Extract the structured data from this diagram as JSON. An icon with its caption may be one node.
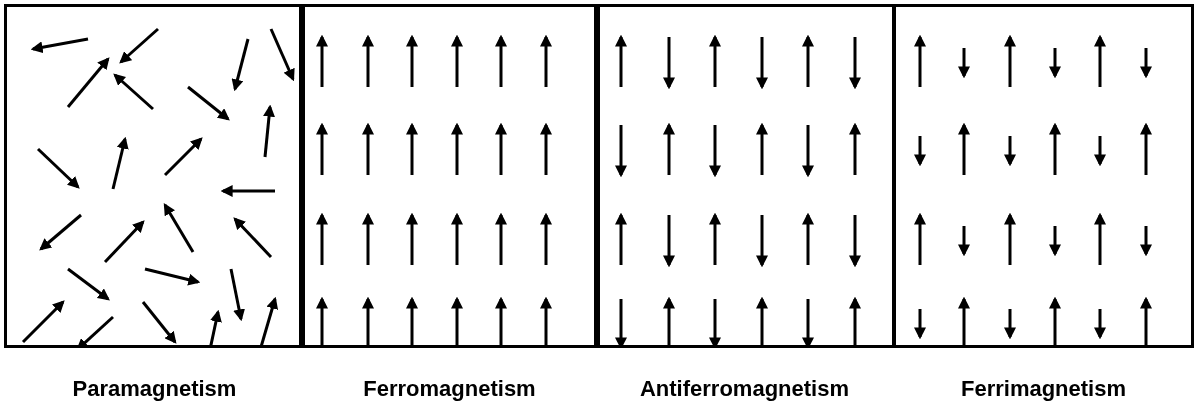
{
  "diagram": {
    "nodes": [
      {
        "text": [
          "Paramagnetism"
        ]
      },
      {
        "text": [
          "Ferromagnetism"
        ]
      },
      {
        "text": [
          "Antiferromagnetism"
        ]
      },
      {
        "text": [
          "Ferrimagnetism"
        ]
      }
    ]
  }
}
